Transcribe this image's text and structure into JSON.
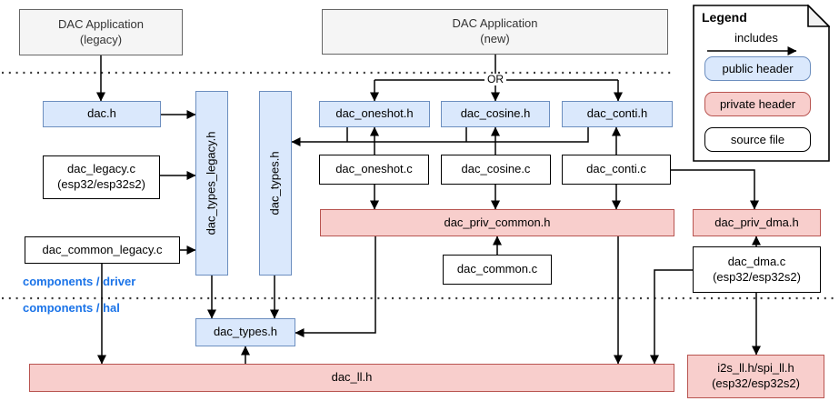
{
  "diagram": {
    "or_label": "OR",
    "regions": {
      "driver_label": "components / driver",
      "hal_label": "components / hal"
    },
    "nodes": {
      "app_legacy": {
        "label": "DAC Application",
        "sublabel": "(legacy)",
        "type": "application"
      },
      "app_new": {
        "label": "DAC Application",
        "sublabel": "(new)",
        "type": "application"
      },
      "dac_h": {
        "label": "dac.h",
        "type": "public header"
      },
      "dac_types_legacy_h": {
        "label": "dac_types_legacy.h",
        "type": "public header"
      },
      "dac_types_h_driver": {
        "label": "dac_types.h",
        "type": "public header"
      },
      "dac_oneshot_h": {
        "label": "dac_oneshot.h",
        "type": "public header"
      },
      "dac_cosine_h": {
        "label": "dac_cosine.h",
        "type": "public header"
      },
      "dac_conti_h": {
        "label": "dac_conti.h",
        "type": "public header"
      },
      "dac_legacy_c": {
        "label": "dac_legacy.c",
        "sublabel": "(esp32/esp32s2)",
        "type": "source file"
      },
      "dac_oneshot_c": {
        "label": "dac_oneshot.c",
        "type": "source file"
      },
      "dac_cosine_c": {
        "label": "dac_cosine.c",
        "type": "source file"
      },
      "dac_conti_c": {
        "label": "dac_conti.c",
        "type": "source file"
      },
      "dac_common_legacy_c": {
        "label": "dac_common_legacy.c",
        "type": "source file"
      },
      "dac_priv_common_h": {
        "label": "dac_priv_common.h",
        "type": "private header"
      },
      "dac_priv_dma_h": {
        "label": "dac_priv_dma.h",
        "type": "private header"
      },
      "dac_common_c": {
        "label": "dac_common.c",
        "type": "source file"
      },
      "dac_dma_c": {
        "label": "dac_dma.c",
        "sublabel": "(esp32/esp32s2)",
        "type": "source file"
      },
      "dac_types_h_hal": {
        "label": "dac_types.h",
        "type": "public header"
      },
      "dac_ll_h": {
        "label": "dac_ll.h",
        "type": "private header"
      },
      "i2s_ll_h": {
        "label": "i2s_ll.h/spi_ll.h",
        "sublabel": "(esp32/esp32s2)",
        "type": "private header"
      }
    },
    "edges": [
      {
        "from": "app_legacy",
        "to": "dac_h"
      },
      {
        "from": "dac_h",
        "to": "dac_types_legacy_h"
      },
      {
        "from": "dac_legacy_c",
        "to": "dac_types_legacy_h"
      },
      {
        "from": "dac_common_legacy_c",
        "to": "dac_types_legacy_h"
      },
      {
        "from": "app_new",
        "to": "dac_oneshot_h",
        "note": "OR"
      },
      {
        "from": "app_new",
        "to": "dac_cosine_h",
        "note": "OR"
      },
      {
        "from": "app_new",
        "to": "dac_conti_h",
        "note": "OR"
      },
      {
        "from": "dac_oneshot_h",
        "to": "dac_types_h_driver"
      },
      {
        "from": "dac_cosine_h",
        "to": "dac_types_h_driver"
      },
      {
        "from": "dac_conti_h",
        "to": "dac_types_h_driver"
      },
      {
        "from": "dac_oneshot_c",
        "to": "dac_oneshot_h"
      },
      {
        "from": "dac_cosine_c",
        "to": "dac_cosine_h"
      },
      {
        "from": "dac_conti_c",
        "to": "dac_conti_h"
      },
      {
        "from": "dac_oneshot_c",
        "to": "dac_priv_common_h"
      },
      {
        "from": "dac_cosine_c",
        "to": "dac_priv_common_h"
      },
      {
        "from": "dac_conti_c",
        "to": "dac_priv_common_h"
      },
      {
        "from": "dac_conti_c",
        "to": "dac_priv_dma_h"
      },
      {
        "from": "dac_common_c",
        "to": "dac_priv_common_h"
      },
      {
        "from": "dac_dma_c",
        "to": "dac_priv_dma_h"
      },
      {
        "from": "dac_dma_c",
        "to": "dac_ll_h"
      },
      {
        "from": "dac_dma_c",
        "to": "i2s_ll_h"
      },
      {
        "from": "dac_priv_common_h",
        "to": "dac_types_h_hal"
      },
      {
        "from": "dac_priv_common_h",
        "to": "dac_ll_h"
      },
      {
        "from": "dac_types_legacy_h",
        "to": "dac_types_h_hal"
      },
      {
        "from": "dac_types_h_driver",
        "to": "dac_types_h_hal"
      },
      {
        "from": "dac_ll_h",
        "to": "dac_types_h_hal"
      },
      {
        "from": "dac_common_legacy_c",
        "to": "dac_ll_h"
      }
    ],
    "legend": {
      "title": "Legend",
      "includes_label": "includes",
      "public_header": "public header",
      "private_header": "private header",
      "source_file": "source file"
    },
    "colors": {
      "public_header_fill": "#dae8fc",
      "public_header_stroke": "#6c8ebf",
      "private_header_fill": "#f8cecc",
      "private_header_stroke": "#b85450",
      "application_fill": "#f5f5f5",
      "application_stroke": "#666666",
      "region_label_color": "#1a73e8",
      "connector_color": "#000000"
    }
  }
}
